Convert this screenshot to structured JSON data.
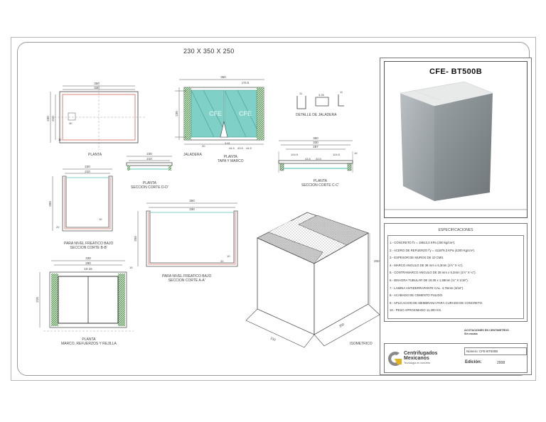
{
  "sheet": {
    "title": "230 X 350 X 250"
  },
  "captions": {
    "planta1": "PLANTA",
    "jaladera": "JALADERA",
    "planta_tapa_1": "PLANTA",
    "planta_tapa_2": "TAPA Y MARCO",
    "detalle_jaladera": "DETALLE DE JALADERA",
    "corte_cc_1": "PLANTA",
    "corte_cc_2": "SECCION CORTE C-C'",
    "corte_dd_1": "PLANTA",
    "corte_dd_2": "SECCION CORTE D-D'",
    "corte_bb_1": "PARA NIVEL FREATICO BAJO",
    "corte_bb_2": "SECCION CORTE B-B'",
    "corte_aa_1": "PARA NIVEL FREATICO BAJO",
    "corte_aa_2": "SECCION CORTE A-A'",
    "marco_1": "PLANTA",
    "marco_2": "MARCO, REFUERZOS Y REJILLA",
    "isometrico": "ISOMETRICO"
  },
  "dimensions": {
    "p1_top": "350",
    "p1_inner": "330",
    "p1_side": "230",
    "p1_side_b": "210",
    "p1_a": "30",
    "p1_b": "10",
    "tapa_top": "350",
    "tapa_a": "174.5",
    "tapa_side": "230",
    "tapa_b1": "20",
    "tapa_b2": "3.81",
    "tapa_b3": "44.5",
    "tapa_b4": "43.5",
    "tapa_b5": "44.5",
    "jal_a": "11",
    "jal_b": "3.25",
    "jal_c": "11",
    "cc_top": "350",
    "cc_mid": "330",
    "cc_in": "287",
    "cc_b1": "104.5",
    "cc_b2": "43.5",
    "cc_b3": "43.5",
    "cc_b4": "104.5",
    "cc_side": "15",
    "dd_top": "230",
    "dd_in": "210",
    "bb_top": "230",
    "bb_in": "210",
    "bb_side": "250",
    "bb_a": "10",
    "bb_b": "20",
    "aa_top": "350",
    "aa_in": "330",
    "aa_side": "250",
    "aa_a": "10",
    "aa_b": "20",
    "mr_top": "330",
    "mr_mid": "290",
    "mr_in": "10.16",
    "mr_side": "210",
    "mr_right": "15",
    "iso_w": "230",
    "iso_l": "350",
    "iso_h": "250"
  },
  "title_block": {
    "model": "CFE- BT500B",
    "specs_title": "ESPECIFICACIONES",
    "specs": [
      "1.- CONCRETO f'c = 19613,3 KPa (200 kg/cm²).",
      "2.- ACERO DE REFUERZO f'y = 411879,3 KPa (4200 Kg/cm²).",
      "3.- ESPESOR DE MUROS DE 10 CMS.",
      "4.- MARCO ANGULO DE 38 mm x 6,3mm (1½\" X ¼\").",
      "5.- CONTRAMARCO ANGULO DE 38 mm x 6,3mm (1½\" X ¼\").",
      "6.- BISAGRA TUBULAR DE 19,05 x 1,58mm (¾\" X 1/16\").",
      "7.- LAMINA ANTIDERRAPANTE CAL. 4,76mm (3/16\").",
      "8.- ACABADO DE CEMENTO PULIDO.",
      "9.- APLICACION DE MEMBRANA PARA CURADO DE CONCRETO.",
      "10.- PESO APROXIMADO 11,300 KG."
    ],
    "note_1": "ACOTACIONES EN CENTIMETROS",
    "note_2": "Sin escala",
    "company_name_1": "Centrifugados",
    "company_name_2": "Mexicanos",
    "company_tagline": "Tecnología en concreto",
    "number_label": "Número: CFE-BT500B",
    "edition_label": "Edición:",
    "edition_value": "2008"
  },
  "colors": {
    "rebar": "#d9786a",
    "hatch_green": "#5d9c5c",
    "cover_teal": "#7fd1c8",
    "dim_line": "#555555",
    "logo_gray": "#8a8a8a",
    "logo_yellow": "#e3b21f"
  }
}
